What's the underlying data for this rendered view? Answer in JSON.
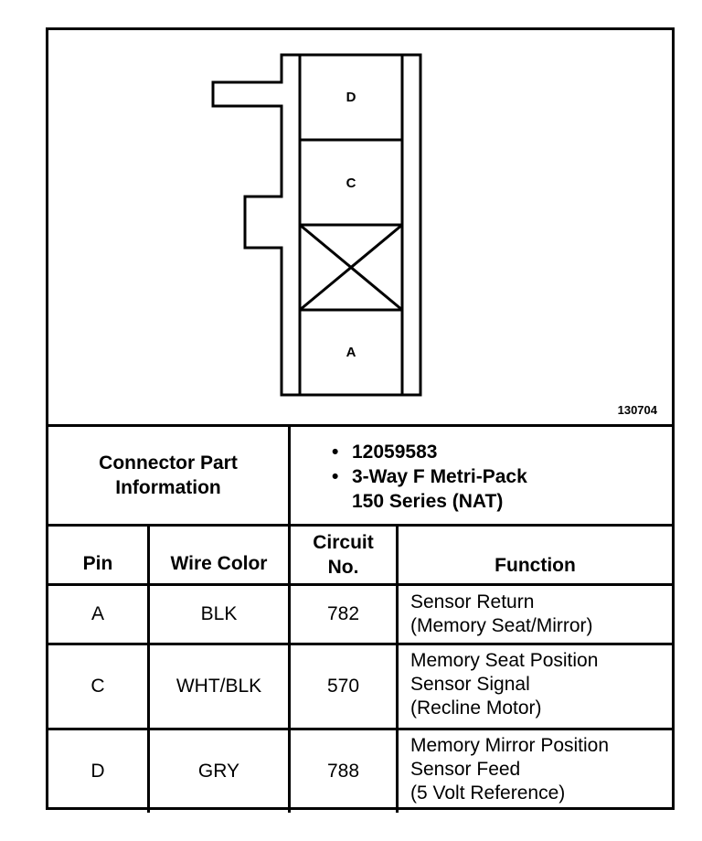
{
  "diagram": {
    "cavities": [
      "D",
      "C",
      "",
      "A"
    ],
    "figure_number": "130704"
  },
  "connector_info": {
    "label_line1": "Connector Part",
    "label_line2": "Information",
    "bullet1": "12059583",
    "bullet2_line1": "3-Way F Metri-Pack",
    "bullet2_line2": "150 Series (NAT)"
  },
  "table": {
    "headers": {
      "pin": "Pin",
      "wire_color": "Wire Color",
      "circuit_line1": "Circuit",
      "circuit_line2": "No.",
      "function": "Function"
    },
    "rows": [
      {
        "pin": "A",
        "wire_color": "BLK",
        "circuit": "782",
        "function": [
          "Sensor Return",
          "(Memory Seat/Mirror)"
        ]
      },
      {
        "pin": "C",
        "wire_color": "WHT/BLK",
        "circuit": "570",
        "function": [
          "Memory Seat Position",
          "Sensor Signal",
          "(Recline Motor)"
        ]
      },
      {
        "pin": "D",
        "wire_color": "GRY",
        "circuit": "788",
        "function": [
          "Memory Mirror Position",
          "Sensor Feed",
          "(5 Volt Reference)"
        ]
      }
    ]
  }
}
